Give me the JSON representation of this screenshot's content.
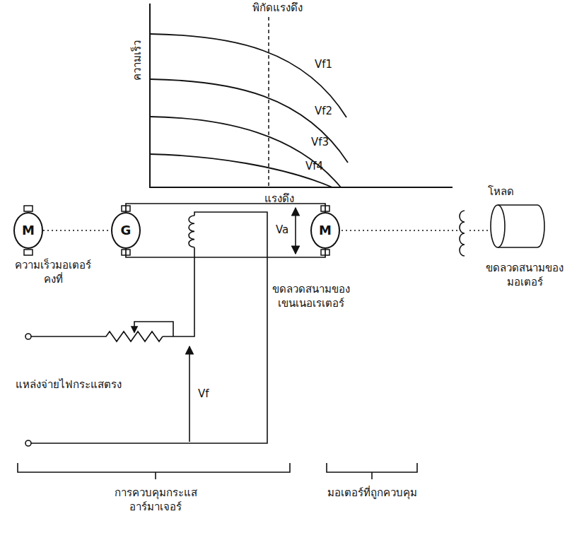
{
  "diagram": {
    "nodes": [
      {
        "text": [
          "M"
        ]
      },
      {
        "text": [
          "G"
        ]
      },
      {
        "text": [
          "M"
        ]
      }
    ],
    "edges": [
      {
        "from": 0,
        "to": 1,
        "arrow": "none"
      },
      {
        "from": 1,
        "to": 2,
        "arrow": "none"
      },
      {
        "from": 1,
        "to": 2,
        "arrow": "none"
      }
    ],
    "labels": [
      "พิกัดแรงดึง",
      "ความเร็ว",
      "Vf1",
      "Vf2",
      "Vf3",
      "Vf4",
      "แรงดึง",
      "โหลด",
      "ความเร็วมอเตอร์ คงที่",
      "Va",
      "ขดลวดสนามของ มอเตอร์",
      "ขดลวดสนามของ เขนเนอเรเตอร์",
      "แหล่งจ่ายไฟกระแสตรง",
      "Vf",
      "การควบคุมกระแส อาร์มาเจอร์",
      "มอเตอร์ที่ถูกควบคุม"
    ]
  }
}
